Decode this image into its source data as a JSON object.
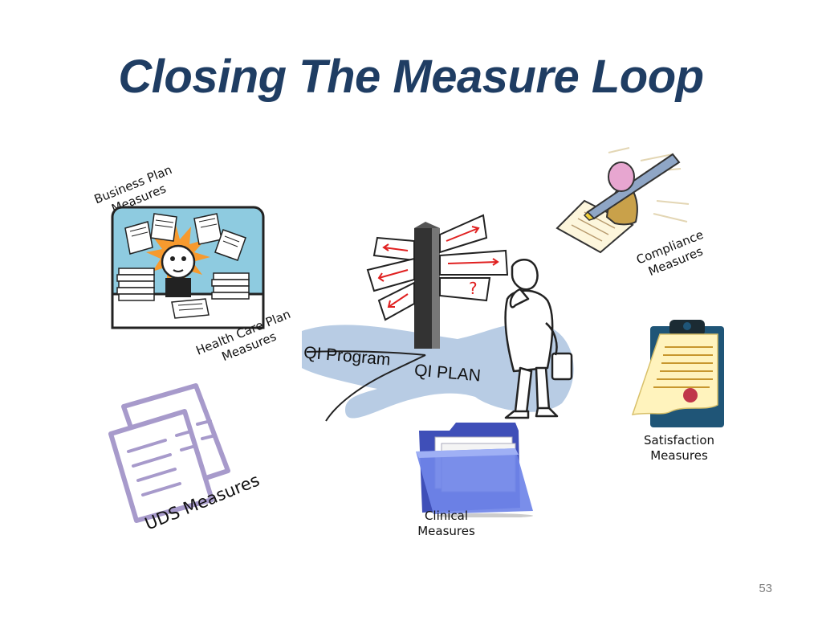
{
  "slide": {
    "title": "Closing The Measure Loop",
    "page_number": "53"
  },
  "labels": {
    "business_plan": [
      "Business Plan",
      "Measures"
    ],
    "health_care_plan": [
      "Health Care Plan",
      "Measures"
    ],
    "uds": "UDS Measures",
    "compliance": [
      "Compliance",
      "Measures"
    ],
    "satisfaction": [
      "Satisfaction",
      "Measures"
    ],
    "clinical": [
      "Clinical",
      "Measures"
    ],
    "qi_program": "QI Program",
    "qi_plan": "QI PLAN"
  },
  "icons": {
    "business": "overwhelmed-person-with-papers-icon",
    "uds": "documents-icon",
    "signpost": "signpost-with-thinking-man-icon",
    "compliance": "pen-signing-document-icon",
    "satisfaction": "clipboard-certificate-icon",
    "clinical": "folder-icon"
  },
  "colors": {
    "title": "#1f3d63",
    "road": "#b8cce4",
    "sky": "#8ecbe0",
    "folder": "#5b6fd6",
    "clipboard": "#1f5577",
    "uds_purple": "#a79acb"
  }
}
